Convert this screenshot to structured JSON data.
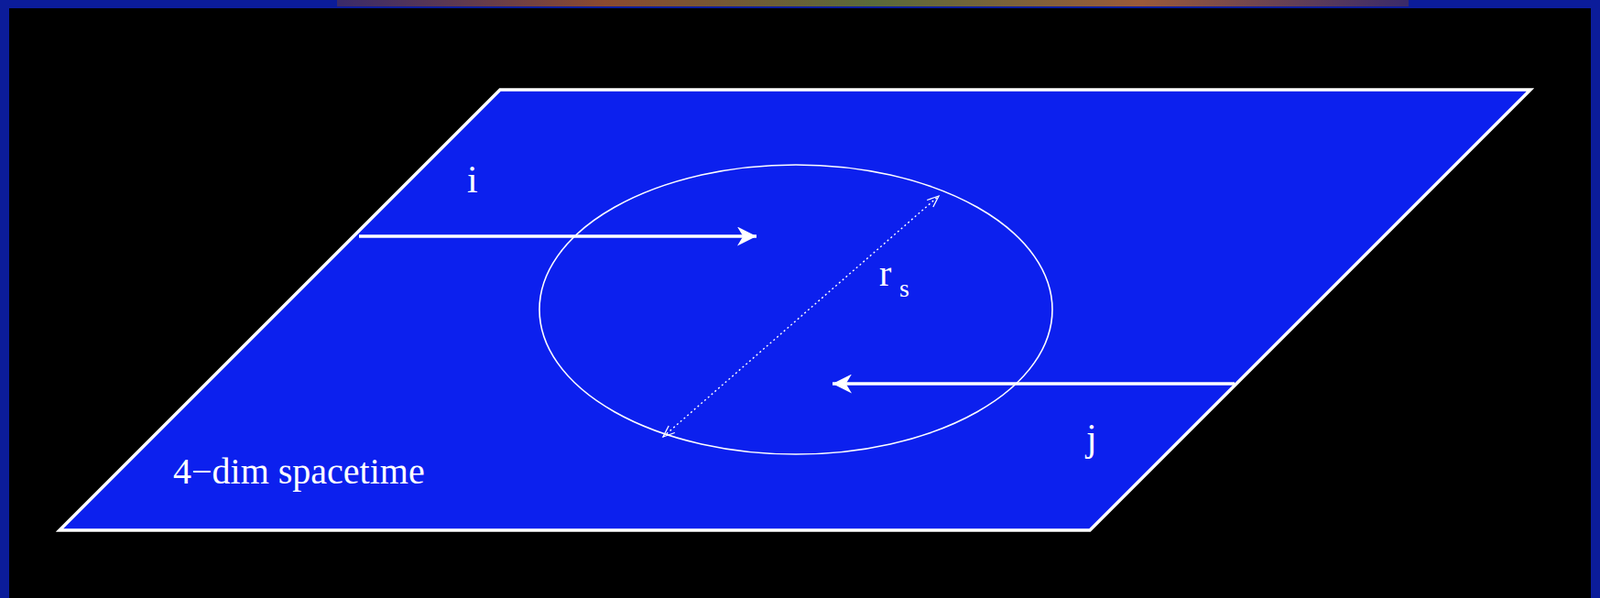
{
  "diagram": {
    "nodes": [
      {
        "text": [
          "4−dim spacetime"
        ]
      },
      {
        "text": [
          "r",
          "s"
        ],
        "in": 0
      }
    ],
    "labels": [
      "i",
      "j"
    ]
  }
}
